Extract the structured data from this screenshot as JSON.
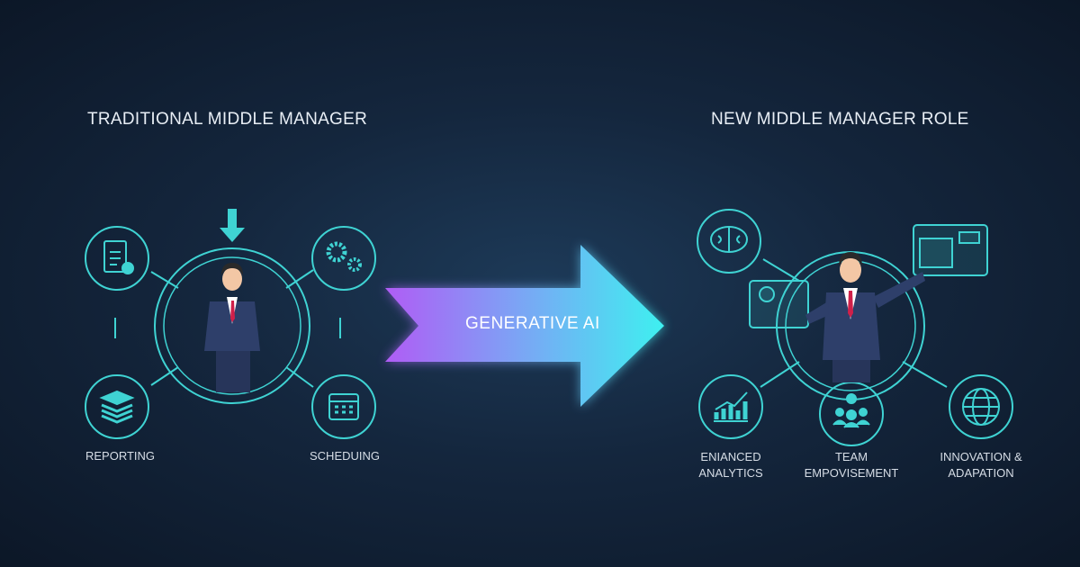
{
  "left": {
    "title": "TRADITIONAL MIDDLE MANAGER",
    "labels": {
      "reporting": "REPORTING",
      "scheduling": "SCHEDUING"
    }
  },
  "center": {
    "arrow_label": "GENERATIVE AI"
  },
  "right": {
    "title": "NEW MIDDLE MANAGER ROLE",
    "labels": {
      "analytics": [
        "ENIANCED",
        "ANALYTICS"
      ],
      "team": [
        "TEAM",
        "EMPOVISEMENT"
      ],
      "innovation": [
        "INNOVATION &",
        "ADAPATION"
      ]
    }
  },
  "colors": {
    "accent": "#3fd3d3",
    "arrow_start": "#b05cf5",
    "arrow_end": "#3ef0f0"
  }
}
